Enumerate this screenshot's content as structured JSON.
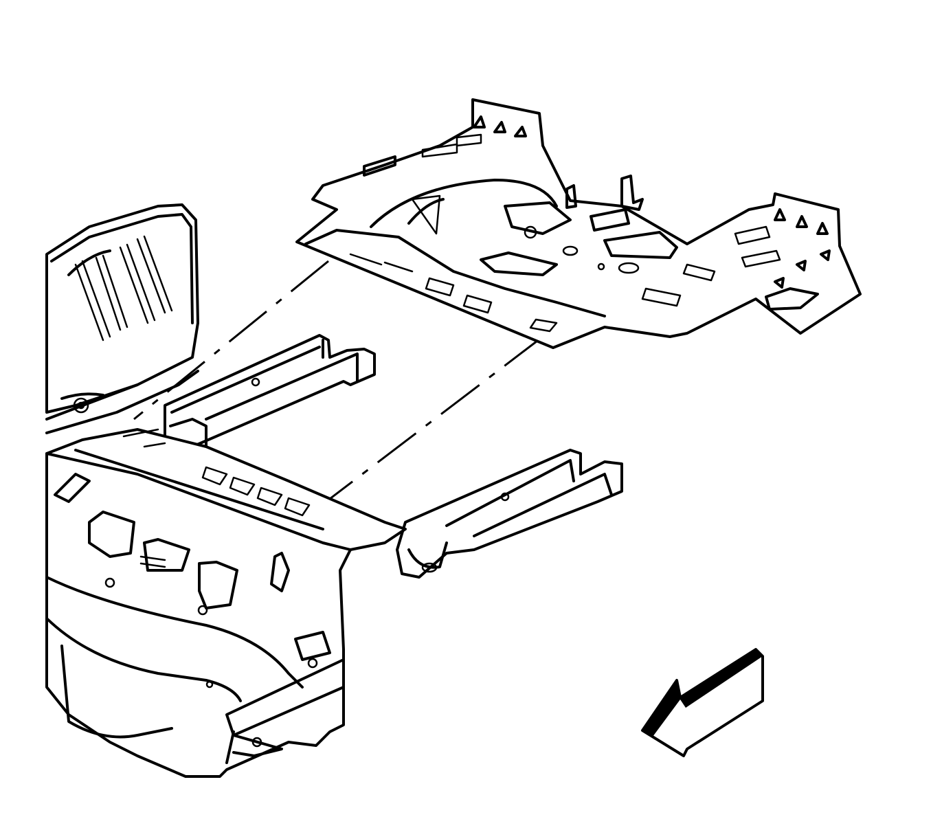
{
  "diagram": {
    "ink_color": "#000000",
    "paper_color": "#ffffff",
    "parts": [
      {
        "id": "rear-floor-panel"
      },
      {
        "id": "underbody-assembly"
      },
      {
        "id": "left-rear-rail"
      },
      {
        "id": "right-rear-rail"
      },
      {
        "id": "rear-compartment-wall"
      }
    ],
    "view_arrow": {
      "icon": "arrow-front-indicator-icon"
    },
    "leader_lines": 2
  }
}
